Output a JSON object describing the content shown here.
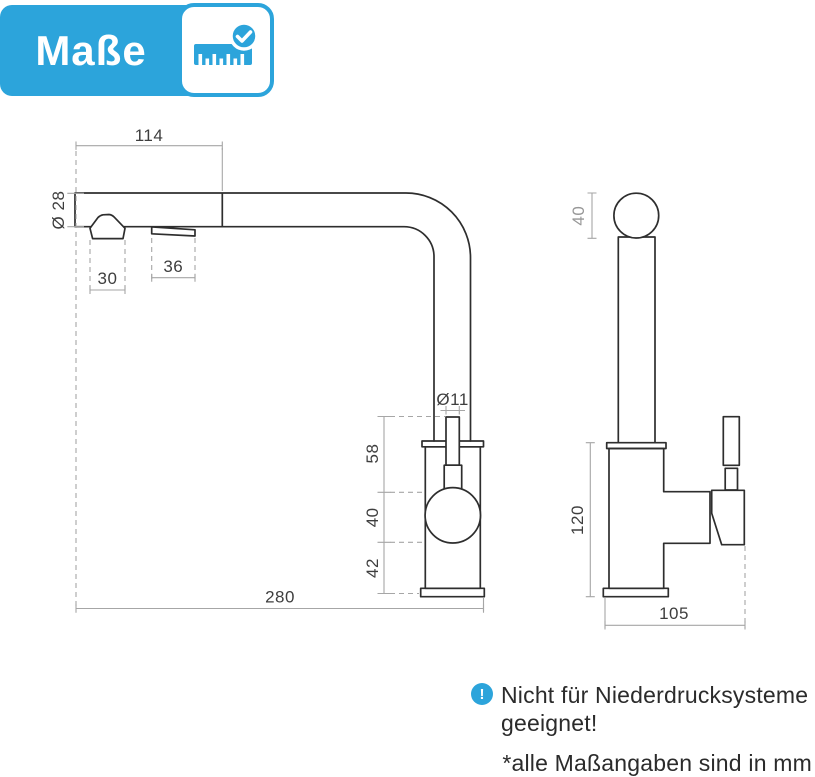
{
  "header": {
    "title": "Maße",
    "badge_icon": "ruler-with-checkmark"
  },
  "colors": {
    "accent_blue": "#2CA4DB",
    "drawing_line": "#2E2E2E",
    "dimension_line": "#A6A6A6",
    "label_dark": "#3E3E3E",
    "label_gray": "#979797",
    "text_dark": "#2B2B2B"
  },
  "dims": {
    "spout_length": "114",
    "spout_diameter": "Ø 28",
    "spray_head_width": "30",
    "lever_length": "36",
    "hose_diameter": "Ø11",
    "body_upper_height": "58",
    "valve_height": "40",
    "base_height": "42",
    "total_reach": "280",
    "bend_diameter": "40",
    "body_height": "120",
    "body_depth": "105"
  },
  "footer": {
    "info_mark": "!",
    "note_line1": "Nicht für Niederdrucksysteme",
    "note_line2": "geeignet!",
    "disclaimer": "*alle Maßangaben sind in mm"
  }
}
